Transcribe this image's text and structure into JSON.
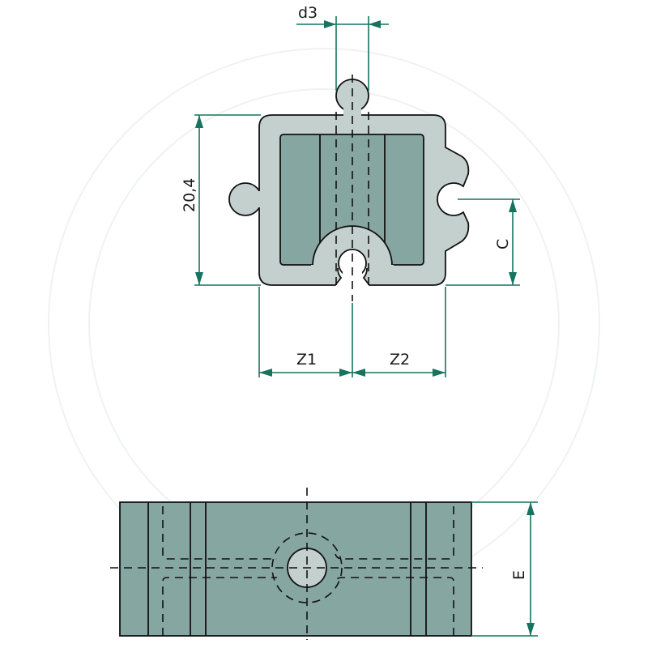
{
  "drawing": {
    "colors": {
      "body_light": "#c4d0ce",
      "body_dark": "#86a6a2",
      "dimension": "#16735f"
    },
    "top_view": {
      "dim_d3": "d3",
      "dim_height": "20,4",
      "dim_c": "C",
      "dim_z1": "Z1",
      "dim_z2": "Z2"
    },
    "side_view": {
      "dim_e": "E"
    }
  }
}
